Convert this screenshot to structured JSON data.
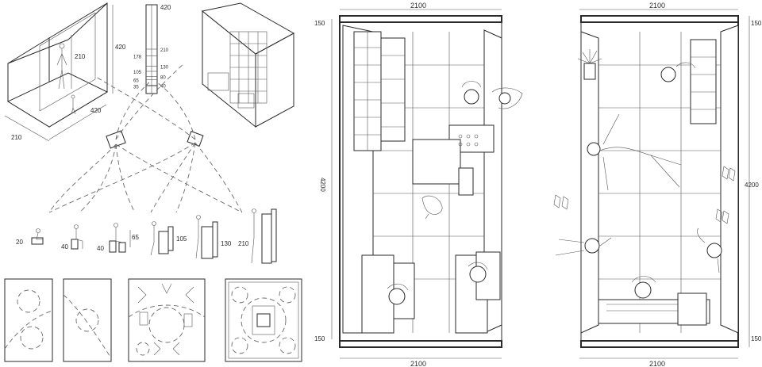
{
  "dimensions": {
    "box_depth": "210",
    "box_length": "420",
    "box_height": "420",
    "figure_height": "210",
    "plan_width": "2100",
    "plan_length": "4200",
    "plan_wall": "150",
    "plan_side_faded": "4200"
  },
  "height_scale": {
    "top": "420",
    "marks": [
      "210",
      "178",
      "130",
      "105",
      "80",
      "65",
      "40",
      "35"
    ]
  },
  "posture_heights": [
    "20",
    "40",
    "40",
    "65",
    "105",
    "130",
    "210"
  ],
  "colors": {
    "line": "#2a2a2a",
    "dash": "#6a6a6a"
  }
}
